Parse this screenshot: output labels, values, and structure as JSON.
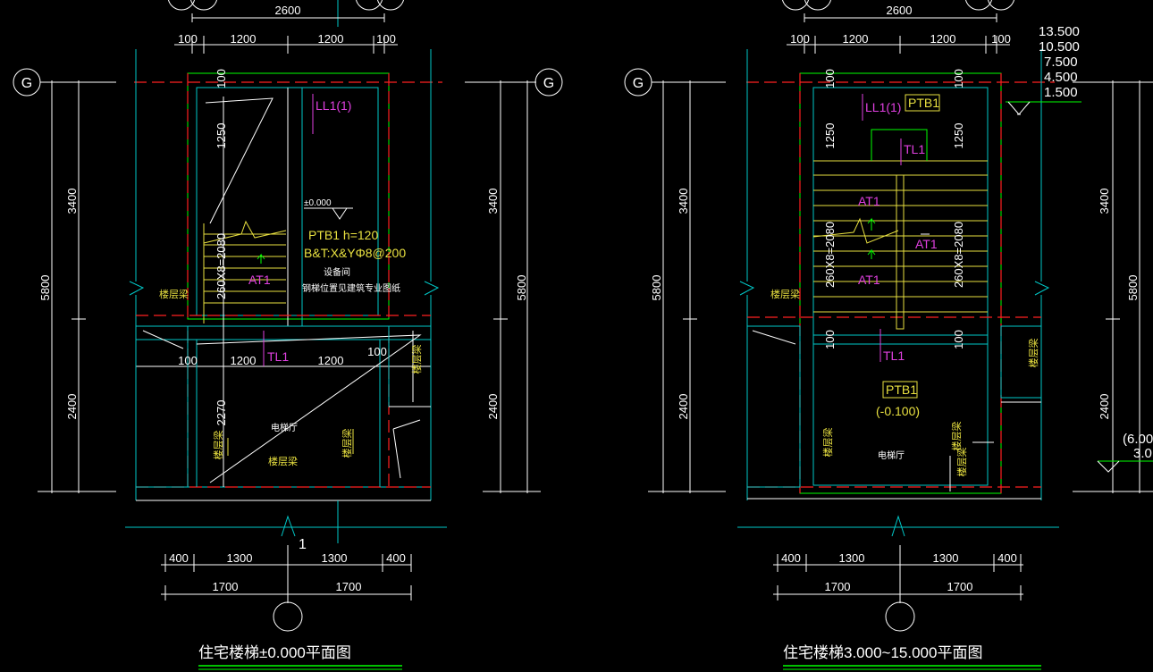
{
  "left": {
    "top_dim": "2600",
    "top_segments": [
      "100",
      "1200",
      "1200",
      "100"
    ],
    "axis_g": "G",
    "v_dims": {
      "h5800": "5800",
      "h3400": "3400",
      "h2400": "2400"
    },
    "stair_v": {
      "top1250": "1250",
      "flight": "260X8=2080",
      "top100": "100",
      "low2270": "2270"
    },
    "ll1": "LL1(1)",
    "elev": "±0.000",
    "ptb1": "PTB1 h=120",
    "rebar": "B&T:X&YΦ8@200",
    "note1": "设备间",
    "note2": "钢梯位置见建筑专业图纸",
    "at1": "AT1",
    "tl1": "TL1",
    "mid_segments": [
      "100",
      "1200",
      "1200",
      "100"
    ],
    "beam": "楼层梁",
    "lift_hall": "电梯厅",
    "bottom_row1": [
      "400",
      "1300",
      "1300",
      "400"
    ],
    "bottom_row2": [
      "1700",
      "1700"
    ],
    "section_mark": "1",
    "title": "住宅楼梯±0.000平面图"
  },
  "right": {
    "top_dim": "2600",
    "top_segments": [
      "100",
      "1200",
      "1200",
      "100"
    ],
    "axis_g": "G",
    "elevations": [
      "13.500",
      "10.500",
      "7.500",
      "4.500",
      "1.500"
    ],
    "v_dims": {
      "h5800": "5800",
      "h3400": "3400",
      "h2400": "2400"
    },
    "stair_v": {
      "top1250": "1250",
      "flight": "260X8=2080",
      "top100": "100"
    },
    "ll1": "LL1(1)",
    "ptb1_top": "PTB1",
    "tl1": "TL1",
    "at1": "AT1",
    "ptb1_low": "PTB1",
    "ptb1_low_elev": "(-0.100)",
    "beam": "楼层梁",
    "lift_hall": "电梯厅",
    "partial": [
      "(6.00",
      "3.0"
    ],
    "bottom_row1": [
      "400",
      "1300",
      "1300",
      "400"
    ],
    "bottom_row2": [
      "1700",
      "1700"
    ],
    "title": "住宅楼梯3.000~15.000平面图"
  }
}
